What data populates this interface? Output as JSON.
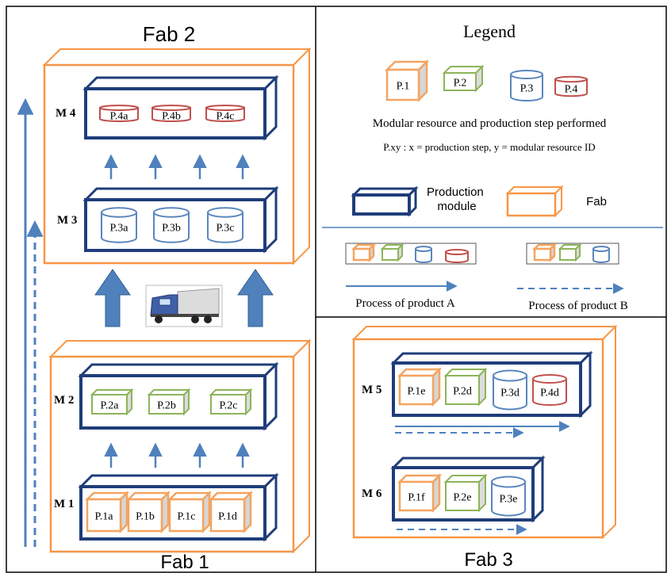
{
  "fab2": {
    "title": "Fab 2"
  },
  "fab1": {
    "title": "Fab 1"
  },
  "fab3": {
    "title": "Fab 3"
  },
  "modules": {
    "m1": {
      "label": "M 1",
      "resources": [
        "P.1a",
        "P.1b",
        "P.1c",
        "P.1d"
      ]
    },
    "m2": {
      "label": "M 2",
      "resources": [
        "P.2a",
        "P.2b",
        "P.2c"
      ]
    },
    "m3": {
      "label": "M 3",
      "resources": [
        "P.3a",
        "P.3b",
        "P.3c"
      ]
    },
    "m4": {
      "label": "M 4",
      "resources": [
        "P.4a",
        "P.4b",
        "P.4c"
      ]
    },
    "m5": {
      "label": "M 5",
      "resources": [
        "P.1e",
        "P.2d",
        "P.3d",
        "P.4d"
      ]
    },
    "m6": {
      "label": "M 6",
      "resources": [
        "P.1f",
        "P.2e",
        "P.3e"
      ]
    }
  },
  "legend": {
    "title": "Legend",
    "resources": [
      "P.1",
      "P.2",
      "P.3",
      "P.4"
    ],
    "caption": "Modular resource and production step performed",
    "formula": "P.xy : x = production step, y =  modular resource ID",
    "production_module_label": "Production module",
    "production_module_line1": "Production",
    "production_module_line2": "module",
    "fab_label": "Fab",
    "product_a_label": "Process of product A",
    "product_b_label": "Process of product B"
  },
  "colors": {
    "step1": "#f4a460",
    "step2": "#8db45a",
    "step3": "#5a86be",
    "step4": "#c0504d",
    "module_border": "#1f3d7a",
    "fab_border": "#f79646",
    "arrow": "#4f81bd"
  },
  "icons": {
    "truck": "truck-icon"
  }
}
